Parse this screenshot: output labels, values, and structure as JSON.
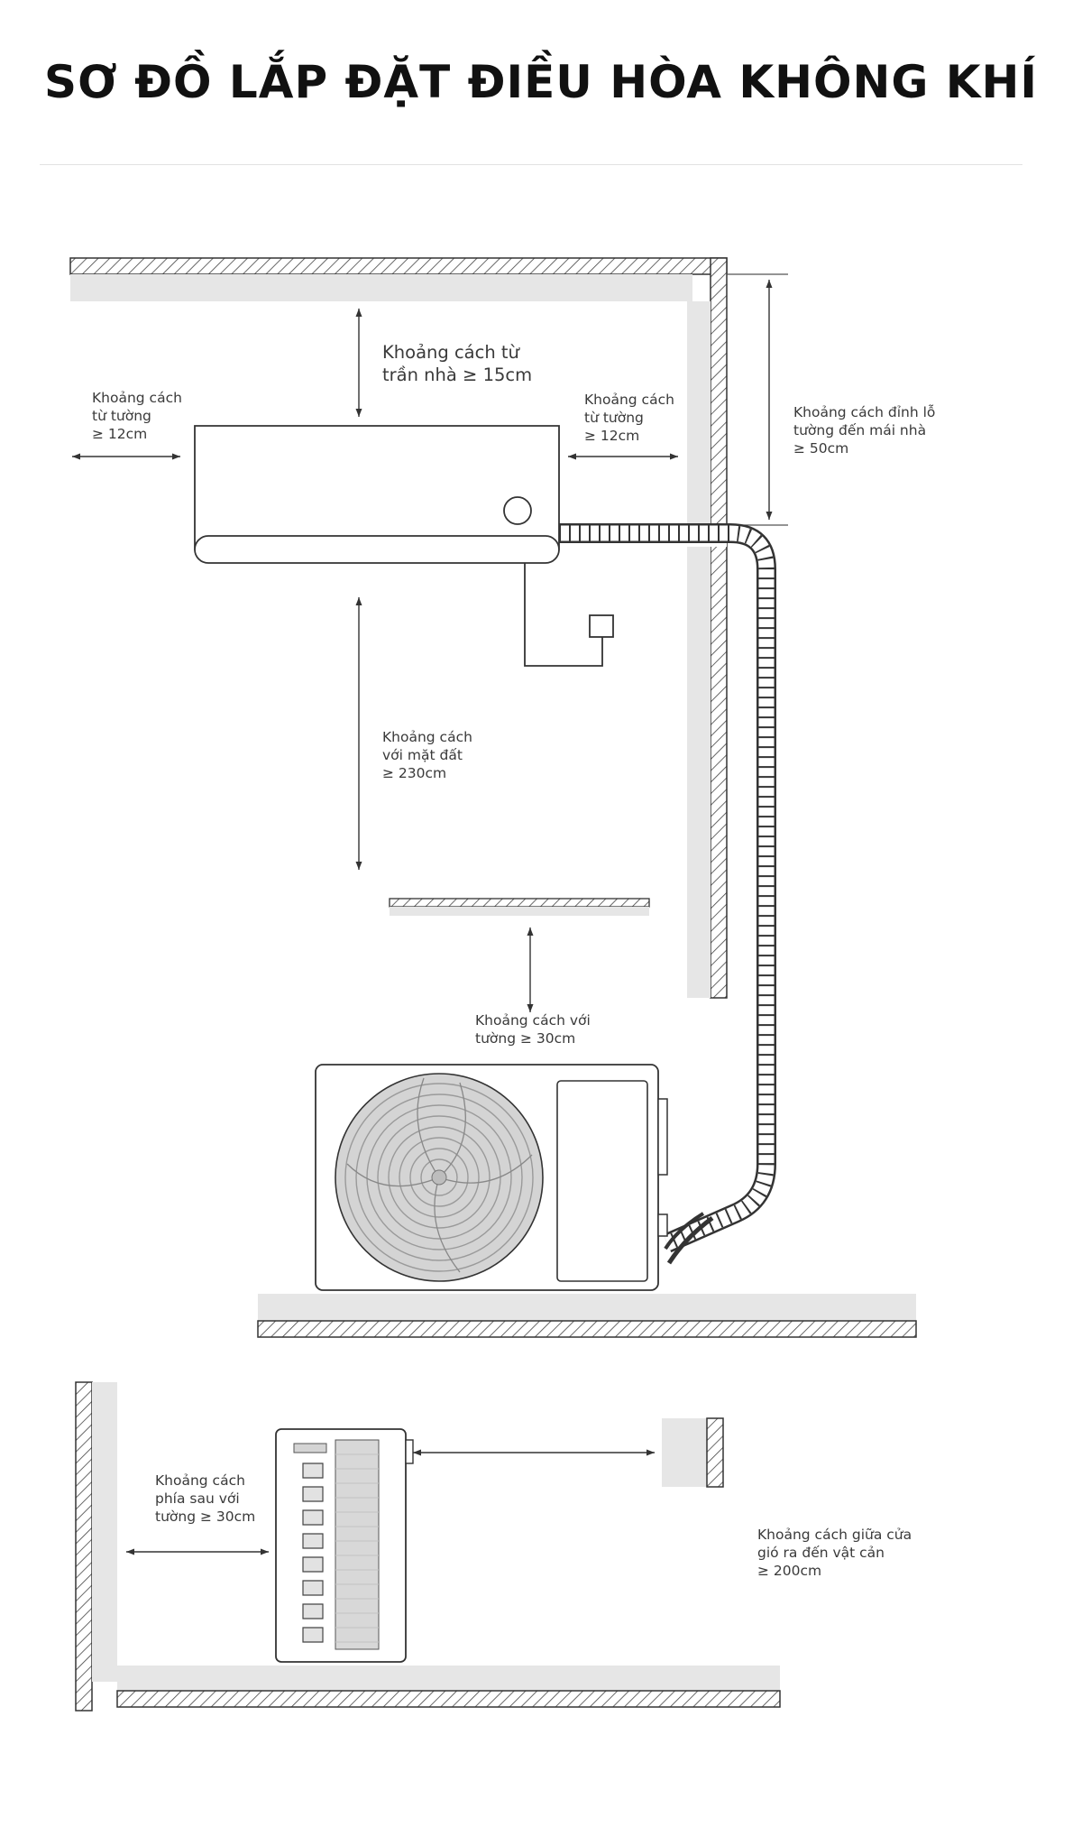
{
  "title": "SƠ ĐỒ LẮP ĐẶT ĐIỀU HÒA KHÔNG KHÍ",
  "labels": {
    "ceiling": "Khoảng cách từ\ntrần nhà ≥ 15cm",
    "wall_left": "Khoảng cách\ntừ tường\n≥ 12cm",
    "wall_right": "Khoảng cách\ntừ tường\n≥ 12cm",
    "hole_to_roof": "Khoảng cách đỉnh lỗ\ntường đến mái nhà\n≥ 50cm",
    "floor": "Khoảng cách\nvới mặt đất\n≥ 230cm",
    "outdoor_wall": "Khoảng cách với\ntường ≥ 30cm",
    "rear_wall": "Khoảng cách\nphía sau với\ntường ≥ 30cm",
    "outlet_obstacle": "Khoảng cách giữa cửa\ngió ra đến vật cản\n≥ 200cm"
  },
  "colors": {
    "line": "#333333",
    "wall_fill": "#e6e6e6",
    "fan_fill": "#d4d4d4",
    "title": "#111111"
  },
  "icons": [
    "wall-hatch",
    "indoor-unit",
    "power-socket",
    "outdoor-unit-fan",
    "refrigerant-pipe",
    "arrow"
  ]
}
